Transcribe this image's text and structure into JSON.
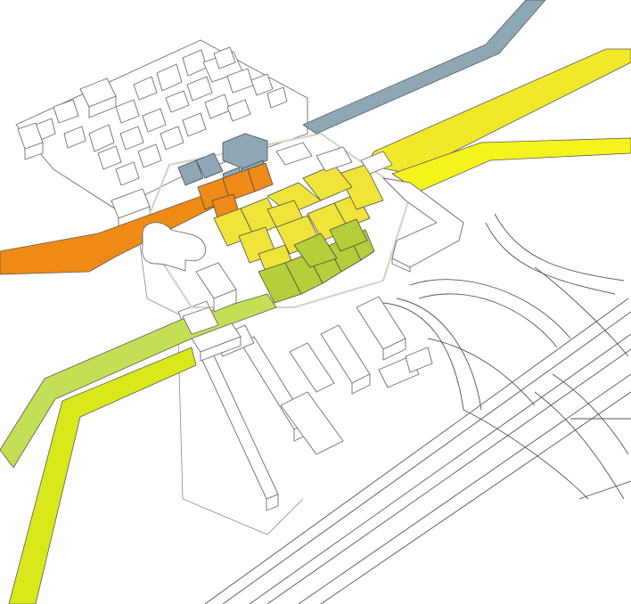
{
  "colors": {
    "band_blue": "#8ea7b5",
    "band_yellow": "#f2e82a",
    "band_yellow_light": "#f6f31c",
    "band_orange": "#ef8a14",
    "band_green_light": "#c3df55",
    "band_green": "#d8e81a",
    "block_yellow": "#f0e43a",
    "block_green": "#b5cf3a",
    "block_orange": "#ee8b18",
    "block_blue": "#8ea7b5"
  },
  "layers": [
    "surrounding-buildings",
    "highway-interchange",
    "colored-circulation-bands",
    "highlighted-program-blocks"
  ]
}
